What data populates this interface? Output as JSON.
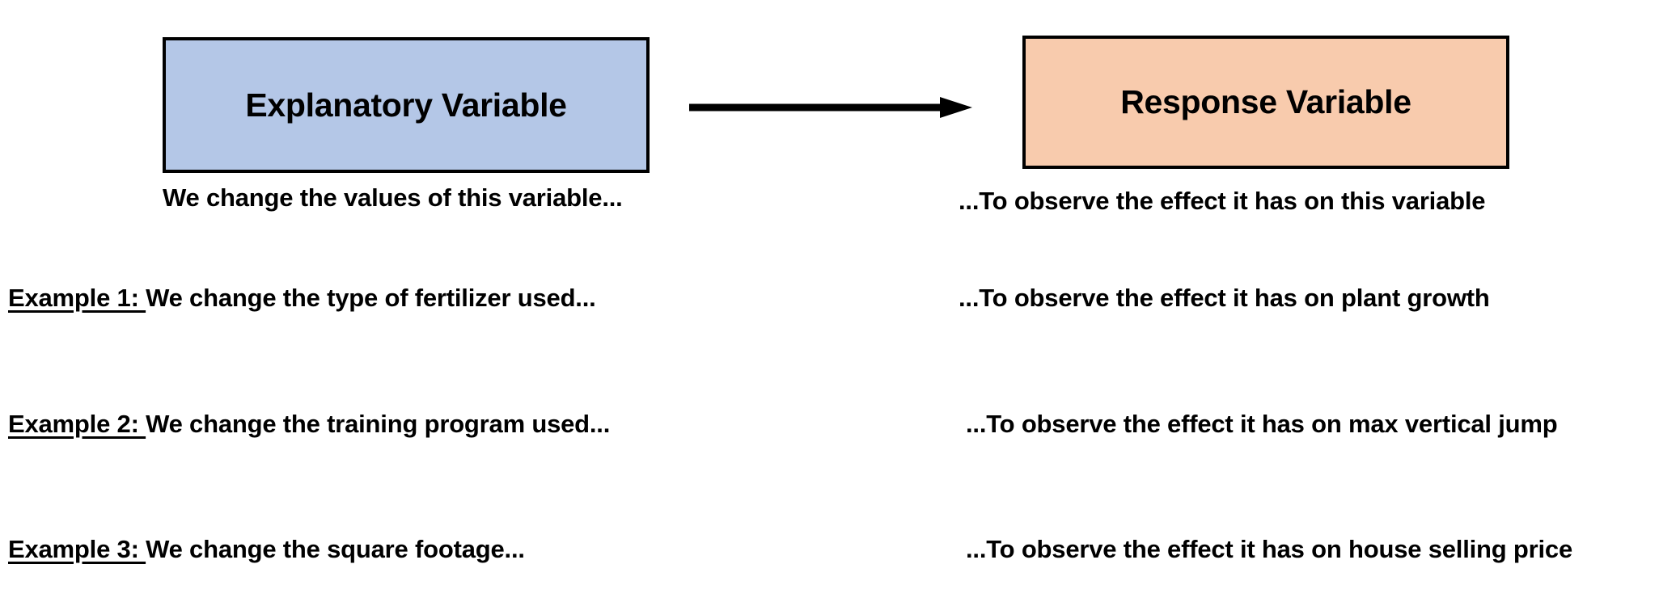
{
  "colors": {
    "explanatory_fill": "#B4C7E7",
    "response_fill": "#F8CBAD",
    "border": "#000000",
    "text": "#000000",
    "background": "#FFFFFF"
  },
  "boxes": {
    "explanatory": {
      "label": "Explanatory Variable"
    },
    "response": {
      "label": "Response Variable"
    }
  },
  "arrow": {
    "name": "left-to-right-arrow",
    "direction": "right"
  },
  "captions": {
    "left": "We change the values of this variable...",
    "right": "...To observe the effect it has on this variable"
  },
  "examples": [
    {
      "lead": "Example 1: ",
      "left": "We change the type of fertilizer used...",
      "right": "...To observe the effect it has on plant growth"
    },
    {
      "lead": "Example 2: ",
      "left": "We change the training program used...",
      "right": "...To observe the effect it has on max vertical jump"
    },
    {
      "lead": "Example 3: ",
      "left": "We change the square footage...",
      "right": "...To observe the effect it has on house selling price"
    }
  ]
}
